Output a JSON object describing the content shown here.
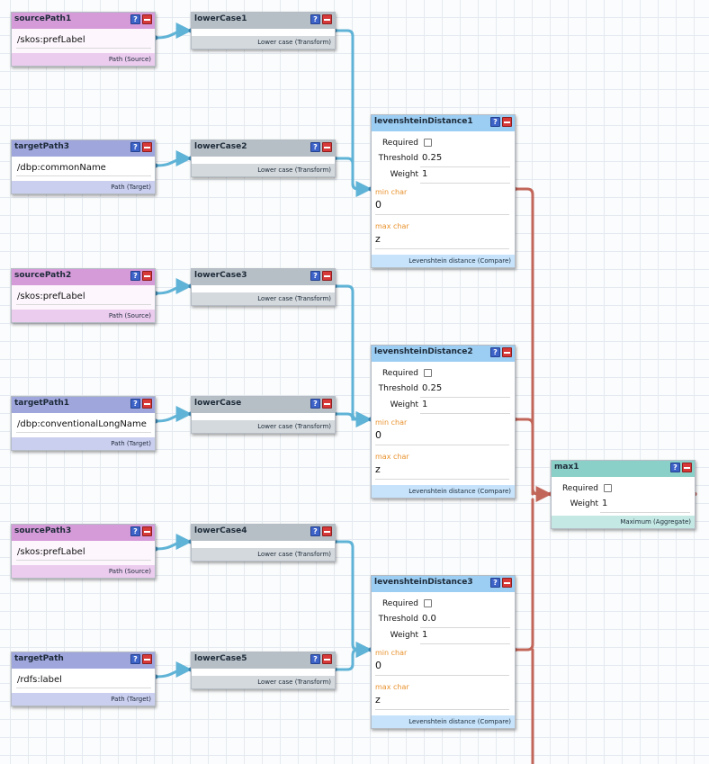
{
  "nodes": {
    "sourcePath1": {
      "title": "sourcePath1",
      "value": "/skos:prefLabel",
      "footer": "Path (Source)"
    },
    "targetPath3": {
      "title": "targetPath3",
      "value": "/dbp:commonName",
      "footer": "Path (Target)"
    },
    "sourcePath2": {
      "title": "sourcePath2",
      "value": "/skos:prefLabel",
      "footer": "Path (Source)"
    },
    "targetPath1": {
      "title": "targetPath1",
      "value": "/dbp:conventionalLongName",
      "footer": "Path (Target)"
    },
    "sourcePath3": {
      "title": "sourcePath3",
      "value": "/skos:prefLabel",
      "footer": "Path (Source)"
    },
    "targetPath": {
      "title": "targetPath",
      "value": "/rdfs:label",
      "footer": "Path (Target)"
    },
    "lowerCase1": {
      "title": "lowerCase1",
      "footer": "Lower case (Transform)"
    },
    "lowerCase2": {
      "title": "lowerCase2",
      "footer": "Lower case (Transform)"
    },
    "lowerCase3": {
      "title": "lowerCase3",
      "footer": "Lower case (Transform)"
    },
    "lowerCase": {
      "title": "lowerCase",
      "footer": "Lower case (Transform)"
    },
    "lowerCase4": {
      "title": "lowerCase4",
      "footer": "Lower case (Transform)"
    },
    "lowerCase5": {
      "title": "lowerCase5",
      "footer": "Lower case (Transform)"
    },
    "levenshteinDistance1": {
      "title": "levenshteinDistance1",
      "required_label": "Required",
      "threshold_label": "Threshold",
      "threshold": "0.25",
      "weight_label": "Weight",
      "weight": "1",
      "min_char_label": "min char",
      "min_char": "0",
      "max_char_label": "max char",
      "max_char": "z",
      "footer": "Levenshtein distance (Compare)"
    },
    "levenshteinDistance2": {
      "title": "levenshteinDistance2",
      "required_label": "Required",
      "threshold_label": "Threshold",
      "threshold": "0.25",
      "weight_label": "Weight",
      "weight": "1",
      "min_char_label": "min char",
      "min_char": "0",
      "max_char_label": "max char",
      "max_char": "z",
      "footer": "Levenshtein distance (Compare)"
    },
    "levenshteinDistance3": {
      "title": "levenshteinDistance3",
      "required_label": "Required",
      "threshold_label": "Threshold",
      "threshold": "0.0",
      "weight_label": "Weight",
      "weight": "1",
      "min_char_label": "min char",
      "min_char": "0",
      "max_char_label": "max char",
      "max_char": "z",
      "footer": "Levenshtein distance (Compare)"
    },
    "max1": {
      "title": "max1",
      "required_label": "Required",
      "weight_label": "Weight",
      "weight": "1",
      "footer": "Maximum (Aggregate)"
    }
  },
  "buttons": {
    "help": "?"
  },
  "colors": {
    "transform_wire": "#5fb3d6",
    "compare_wire": "#c2665a"
  }
}
